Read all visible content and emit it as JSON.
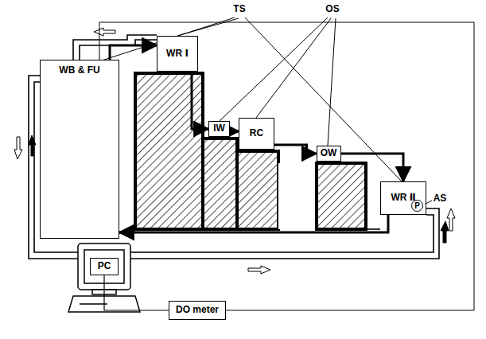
{
  "diagram": {
    "nodes": [
      {
        "text": [
          "WB & FU"
        ]
      },
      {
        "text": [
          "WR Ⅰ"
        ]
      },
      {
        "text": [
          "IW"
        ]
      },
      {
        "text": [
          "RC"
        ]
      },
      {
        "text": [
          "OW"
        ]
      },
      {
        "text": [
          "WR Ⅱ"
        ]
      },
      {
        "text": [
          "P"
        ],
        "in": 5
      },
      {
        "text": [
          "PC"
        ]
      },
      {
        "text": [
          "DO meter"
        ]
      }
    ],
    "edges": [
      {
        "from": 0,
        "to": 1,
        "arrow": "to"
      },
      {
        "from": 1,
        "to": 2,
        "arrow": "to"
      },
      {
        "from": 2,
        "to": 3,
        "arrow": "to"
      },
      {
        "from": 3,
        "to": 4,
        "arrow": "to"
      },
      {
        "from": 4,
        "to": 5,
        "arrow": "to"
      },
      {
        "from": 5,
        "to": 0,
        "arrow": "to"
      },
      {
        "from": 7,
        "to": 8,
        "arrow": "none"
      }
    ],
    "labels": [
      "TS",
      "OS",
      "AS"
    ]
  }
}
